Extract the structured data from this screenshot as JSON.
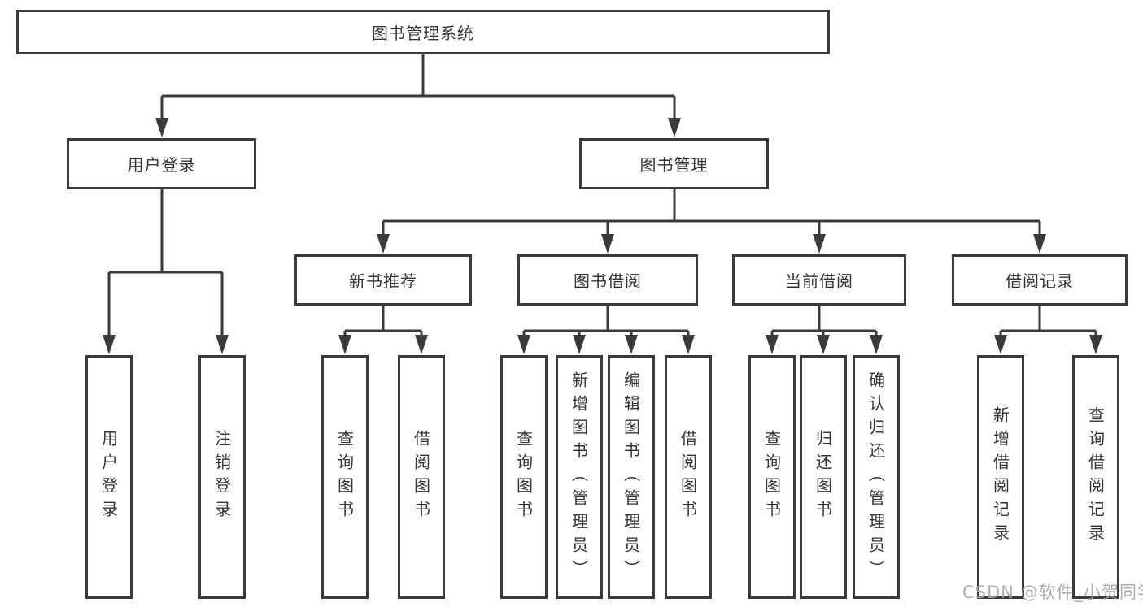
{
  "colors": {
    "line": "#3a3a3a",
    "box_border": "#3a3a3a",
    "text": "#333333",
    "watermark": "#a5a5a5",
    "background": "#ffffff"
  },
  "watermark": "CSDN @软件_小贺同学",
  "tree": {
    "root": {
      "label": "图书管理系统",
      "children": [
        {
          "label": "用户登录",
          "children": [
            {
              "label": "用户登录"
            },
            {
              "label": "注销登录"
            }
          ]
        },
        {
          "label": "图书管理",
          "children": [
            {
              "label": "新书推荐",
              "children": [
                {
                  "label": "查询图书"
                },
                {
                  "label": "借阅图书"
                }
              ]
            },
            {
              "label": "图书借阅",
              "children": [
                {
                  "label": "查询图书"
                },
                {
                  "label": "新增图书（管理员）"
                },
                {
                  "label": "编辑图书（管理员）"
                },
                {
                  "label": "借阅图书"
                }
              ]
            },
            {
              "label": "当前借阅",
              "children": [
                {
                  "label": "查询图书"
                },
                {
                  "label": "归还图书"
                },
                {
                  "label": "确认归还（管理员）"
                }
              ]
            },
            {
              "label": "借阅记录",
              "children": [
                {
                  "label": "新增借阅记录"
                },
                {
                  "label": "查询借阅记录"
                }
              ]
            }
          ]
        }
      ]
    }
  }
}
